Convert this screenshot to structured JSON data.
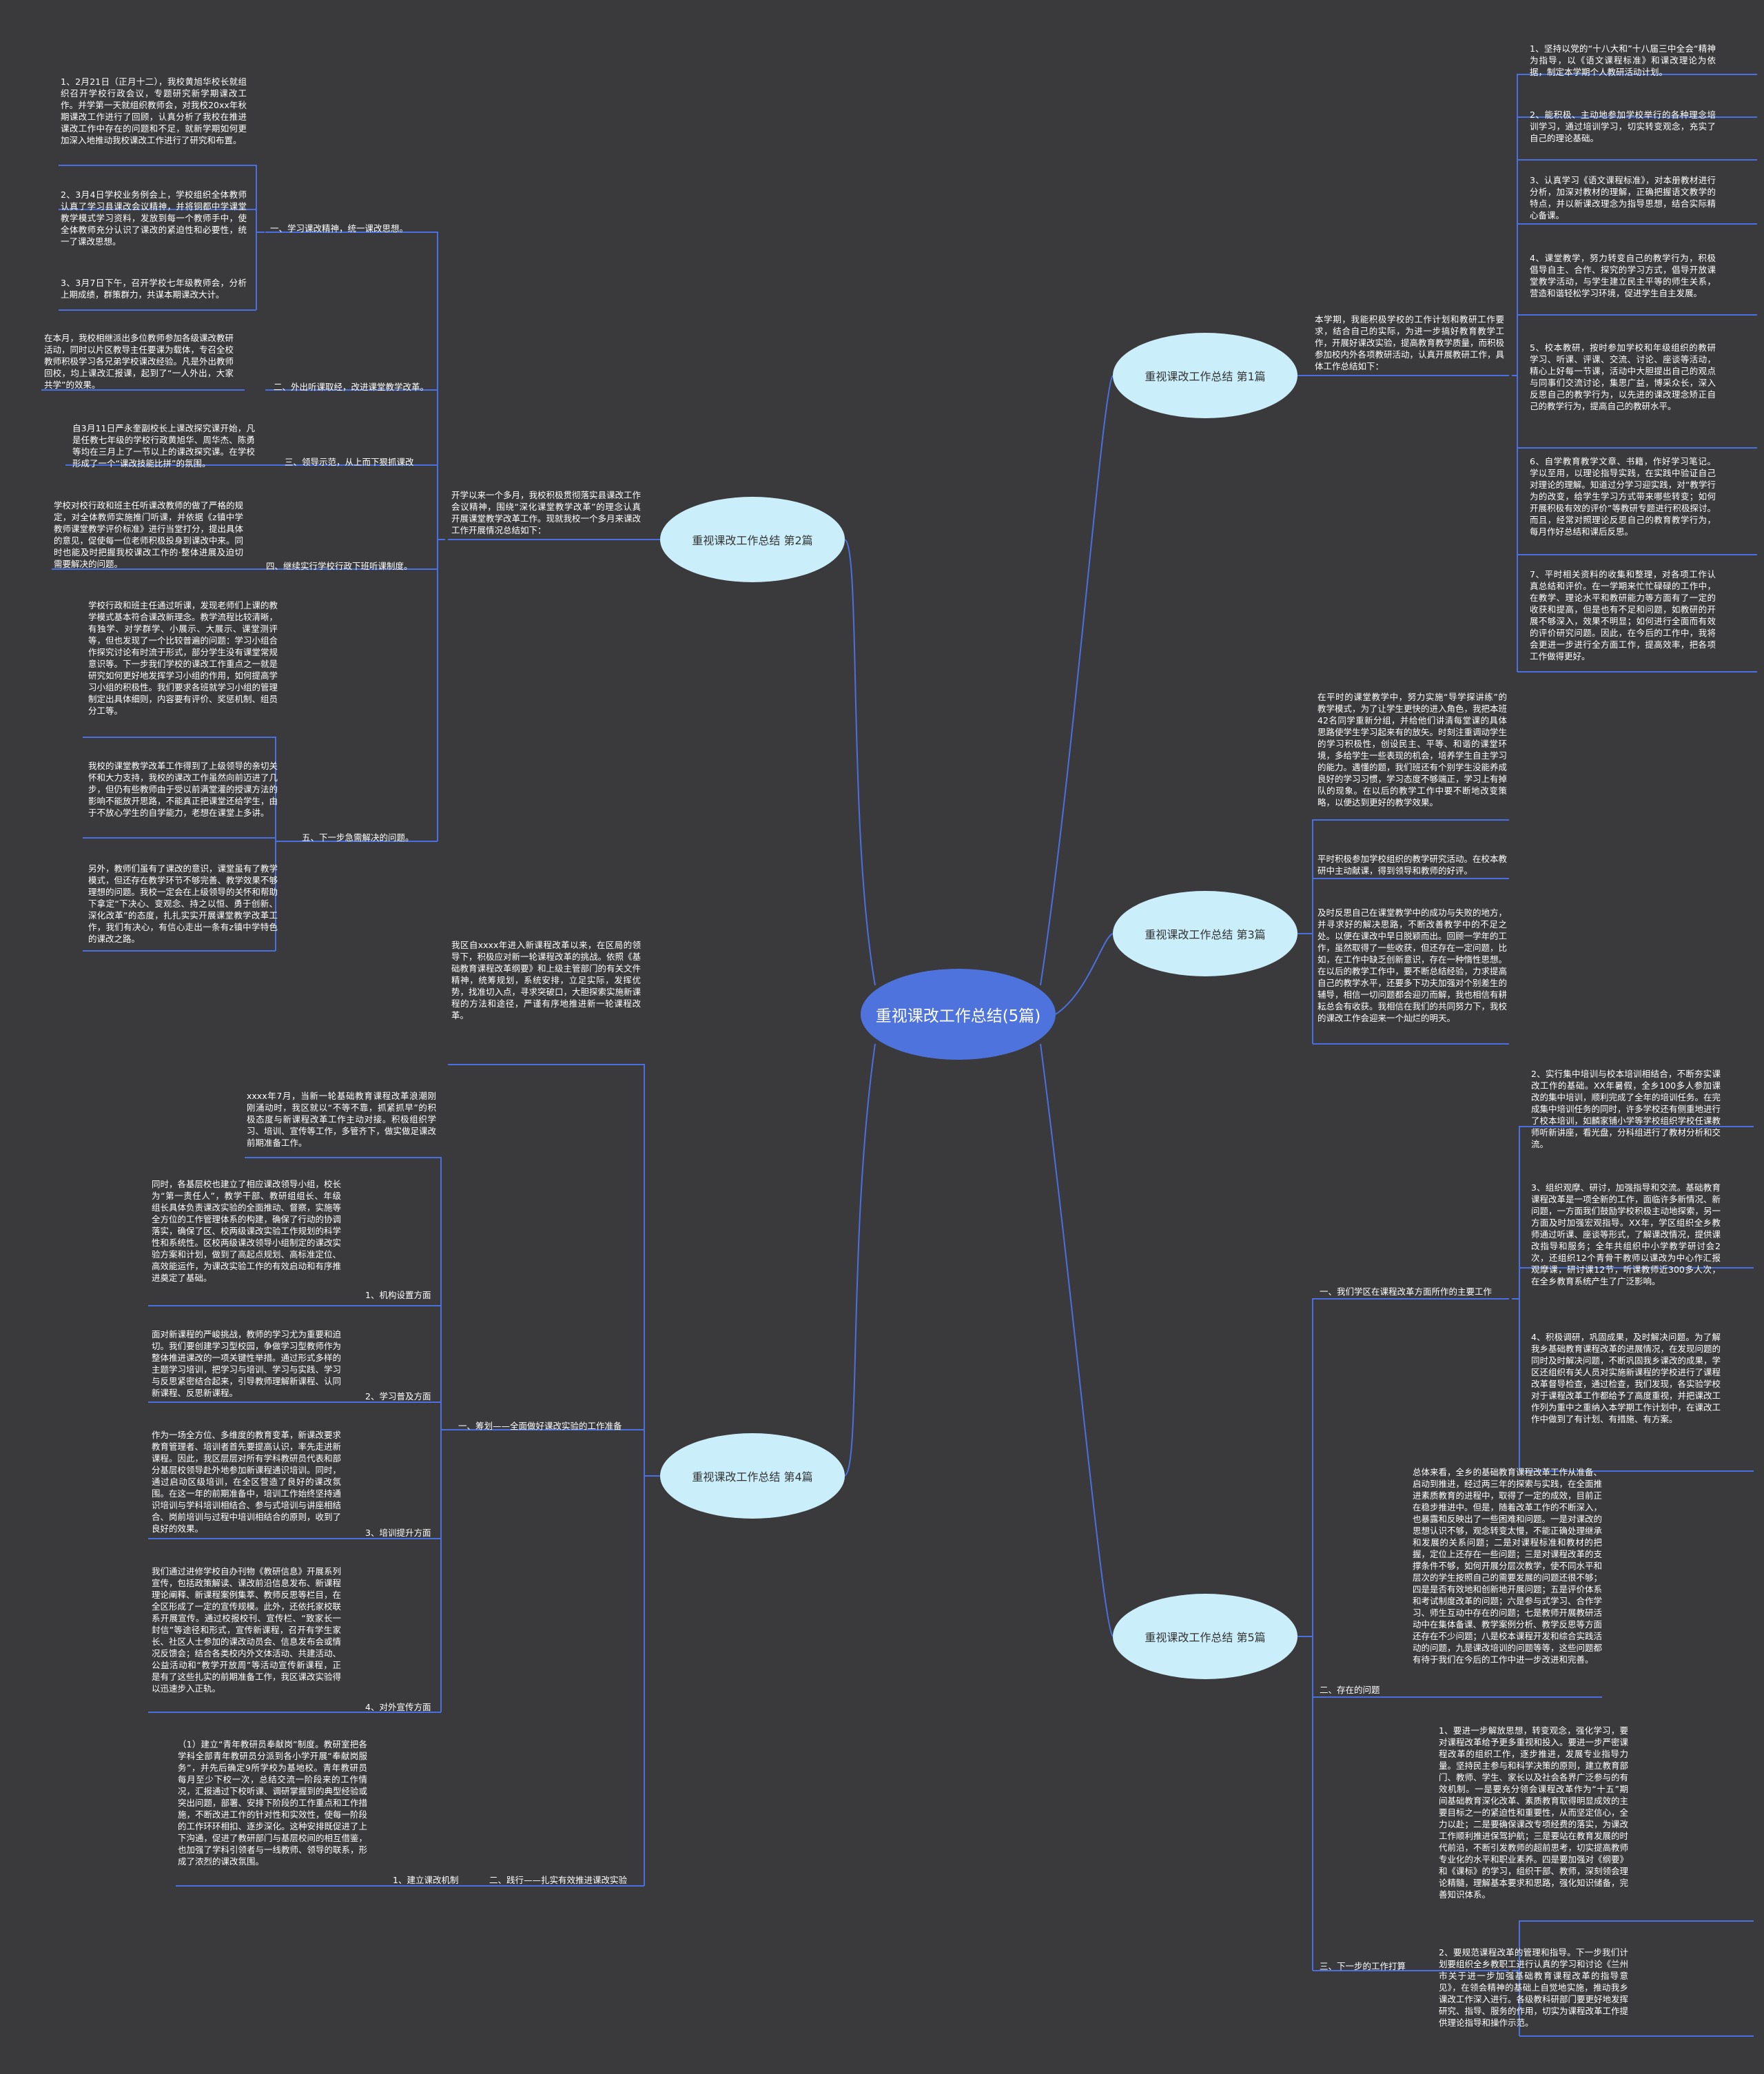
{
  "root": {
    "title": "重视课改工作总结(5篇)"
  },
  "branches": {
    "b1": {
      "title": "重视课改工作总结 第1篇",
      "intro": "本学期，我能积极学校的工作计划和教研工作要求，结合自己的实际，为进一步搞好教育教学工作，开展好课改实验，提高教育教学质量，而积极参加校内外各项教研活动，认真开展教研工作，具体工作总结如下：",
      "items": [
        "1、坚持以党的“十八大和”十八届三中全会“精神为指导，以《语文课程标准》和课改理论为依据，制定本学期个人教研活动计划。",
        "2、能积极、主动地参加学校举行的各种理念培训学习，通过培训学习，切实转变观念，充实了自己的理论基础。",
        "3、认真学习《语文课程标准》，对本册教材进行分析，加深对教材的理解，正确把握语文教学的特点，并以新课改理念为指导思想，结合实际精心备课。",
        "4、课堂教学，努力转变自己的教学行为，积极倡导自主、合作、探究的学习方式，倡导开放课堂教学活动，与学生建立民主平等的师生关系，营造和谐轻松学习环境，促进学生自主发展。",
        "5、校本教研，按时参加学校和年级组织的教研学习、听课、评课、交流、讨论、座谈等活动，精心上好每一节课，活动中大胆提出自己的观点与同事们交流讨论，集思广益，博采众长，深入反思自己的教学行为，以先进的课改理念矫正自己的教学行为，提高自己的教研水平。",
        "6、自学教育教学文章、书籍，作好学习笔记。学以至用，以理论指导实践，在实践中验证自己对理论的理解。知道过分学习迎实践，对“教学行为的改变，给学生学习方式带来哪些转变；如何开展积极有效的评价”等教研专题进行积极探讨。而且，经常对照理论反思自己的教育教学行为，每月作好总结和课后反思。",
        "7、平时相关资料的收集和整理，对各项工作认真总结和评价。在一学期来忙忙碌碌的工作中，在教学、理论水平和教研能力等方面有了一定的收获和提高，但是也有不足和问题，如教研的开展不够深入，效果不明显；如何进行全面而有效的评价研究问题。因此，在今后的工作中，我将会更进一步进行全方面工作，提高效率，把各项工作做得更好。"
      ]
    },
    "b2": {
      "title": "重视课改工作总结 第2篇",
      "intro": "开学以来一个多月，我校积极贯彻落实县课改工作会议精神，围绕“深化课堂教学改革”的理念认真开展课堂教学改革工作。现就我校一个多月来课改工作开展情况总结如下：",
      "subs": [
        {
          "label": "一、学习课改精神，统一课改思想。",
          "details": [
            "1、2月21日（正月十二），我校黄旭华校长就组织召开学校行政会议，专题研究新学期课改工作。并学第一天就组织教师会，对我校20xx年秋期课改工作进行了回顾，认真分析了我校在推进课改工作中存在的问题和不足，就新学期如何更加深入地推动我校课改工作进行了研究和布置。",
            "2、3月4日学校业务例会上，学校组织全体教师认真了学习县课改会议精神，并将铜都中学课堂教学模式学习资料，发放到每一个教师手中，使全体教师充分认识了课改的紧迫性和必要性，统一了课改思想。",
            "3、3月7日下午，召开学校七年级教师会，分析上期成绩，群策群力，共谋本期课改大计。"
          ]
        },
        {
          "label": "二、外出听课取经，改进课堂教学改革。",
          "details": [
            "在本月，我校相继派出多位教师参加各级课改教研活动，同时以片区教导主任要课为载体，专召全校教师积极学习各兄弟学校课改经验。凡是外出教师回校，均上课改汇报课，起到了“一人外出，大家共学”的效果。"
          ]
        },
        {
          "label": "三、领导示范，从上而下狠抓课改",
          "details": [
            "自3月11日严永奎副校长上课改探究课开始，凡是任教七年级的学校行政黄旭华、周华杰、陈勇等均在三月上了一节以上的课改探究课。在学校形成了一个“课改技能比拼”的氛围。"
          ]
        },
        {
          "label": "四、继续实行学校行政下班听课制度。",
          "details": [
            "学校对校行政和班主任听课改教师的做了严格的规定，对全体教师实施推门听课，并依据《z镇中学教师课堂教学评价标准》进行当堂打分，提出具体的意见，促使每一位老师积极投身到课改中来。同时也能及时把握我校课改工作的·整体进展及迫切需要解决的问题。"
          ]
        },
        {
          "label": "五、下一步急需解决的问题。",
          "details": [
            "学校行政和班主任通过听课，发现老师们上课的教学模式基本符合课改新理念。教学流程比较清晰，有独学、对学群学、小展示、大展示、课堂测评等，但也发现了一个比较普遍的问题：学习小组合作探究讨论有时流于形式，部分学生没有课堂常规意识等。下一步我们学校的课改工作重点之一就是研究如何更好地发挥学习小组的作用，如何提高学习小组的积极性。我们要求各班就学习小组的管理制定出具体细则，内容要有评价、奖惩机制、组员分工等。",
            "我校的课堂教学改革工作得到了上级领导的亲切关怀和大力支持，我校的课改工作虽然向前迈进了几步，但仍有些教师由于受以前满堂灌的授课方法的影响不能放开思路，不能真正把课堂还给学生，由于不放心学生的自学能力，老想在课堂上多讲。",
            "另外，教师们虽有了课改的意识，课堂虽有了教学模式，但还存在教学环节不够完善、教学效果不够理想的问题。我校一定会在上级领导的关怀和帮助下拿定“下决心、变观念、持之以恒、勇于创新、深化改革”的态度，扎扎实实开展课堂教学改革工作，我们有决心，有信心走出一条有z镇中学特色的课改之路。"
          ]
        }
      ]
    },
    "b3": {
      "title": "重视课改工作总结 第3篇",
      "items": [
        "在平时的课堂教学中，努力实施“导学探讲练”的教学模式，为了让学生更快的进入角色，我把本班42名同学重新分组，并给他们讲清每堂课的具体思路使学生学习起来有的放矢。时刻注重调动学生的学习积极性，创设民主、平等、和谐的课堂环境，多给学生一些表现的机会，培养学生自主学习的能力。遇懂的题，我们班还有个别学生没能养成良好的学习习惯，学习态度不够端正，学习上有掉队的现象。在以后的教学工作中要不断地改变策略，以便达到更好的教学效果。",
        "平时积极参加学校组织的教学研究活动。在校本教研中主动献课，得到领导和教师的好评。",
        "及时反思自己在课堂教学中的成功与失败的地方，并寻求好的解决思路，不断改善教学中的不足之处。以便在课改中早日脱颖而出。回顾一学年的工作，虽然取得了一些收获，但还存在一定问题，比如，在工作中缺乏创新意识，存在一种惰性思想。在以后的教学工作中，要不断总结经验，力求提高自己的教学水平，还要多下功夫加强对个别差生的辅导，相信一切问题都会迎刃而解，我也相信有耕耘总会有收获。我相信在我们的共同努力下，我校的课改工作会迎来一个灿烂的明天。"
      ]
    },
    "b4": {
      "title": "重视课改工作总结 第4篇",
      "intro": "我区自xxxx年进入新课程改革以来，在区局的领导下，积极应对新一轮课程改革的挑战。依照《基础教育课程改革纲要》和上级主管部门的有关文件精神，统筹规划，系统安排，立足实际，发挥优势，找准切入点，寻求突破口，大胆探索实施新课程的方法和途径，严谨有序地推进新一轮课程改革。",
      "subs": [
        {
          "label": "一、筹划——全面做好课改实验的工作准备",
          "intro": "xxxx年7月，当新一轮基础教育课程改革浪潮刚刚涌动时，我区就以“不等不靠，抓紧抓早”的积极态度与新课程改革工作主动对接。积极组织学习、培训、宣传等工作，多管齐下，做实做足课改前期准备工作。",
          "subs": [
            {
              "label": "1、机构设置方面",
              "details": [
                "同时，各基层校也建立了相应课改领导小组，校长为“第一责任人”，教学干部、教研组组长、年级组长具体负责课改实验的全面推动、督察，实施等全方位的工作管理体系的构建，确保了行动的协调落实，确保了区、校两级课改实验工作规划的科学性和系统性。区校两级课改领导小组制定的课改实验方案和计划，做到了高起点规划、高标准定位、高效能运作，为课改实验工作的有效启动和有序推进奠定了基础。"
              ]
            },
            {
              "label": "2、学习普及方面",
              "details": [
                "面对新课程的严峻挑战，教师的学习尤为重要和迫切。我们要创建学习型校园，争做学习型教师作为整体推进课改的一项关键性举措。通过形式多样的主题学习培训，把学习与培训、学习与实践、学习与反思紧密结合起来，引导教师理解新课程、认同新课程、反思新课程。"
              ]
            },
            {
              "label": "3、培训提升方面",
              "details": [
                "作为一场全方位、多维度的教育变革，新课改要求教育管理者、培训者首先要提高认识，率先走进新课程。因此，我区层层对所有学科教研员代表和部分基层校领导赴外地参加新课程通识培训。同时，通过启动区级培训，在全区营造了良好的课改氛围。在这一年的前期准备中，培训工作始终坚持通识培训与学科培训相结合、参与式培训与讲座相结合、岗前培训与过程中培训相结合的原则，收到了良好的效果。"
              ]
            },
            {
              "label": "4、对外宣传方面",
              "details": [
                "我们通过进修学校自办刊物《教研信息》开展系列宣传，包括政策解读、课改前沿信息发布、新课程理论阐释、新课程案例集萃、教师反思等栏目，在全区形成了一定的宣传规模。此外，还依托家校联系开展宣传。通过校报校刊、宣传栏、“致家长一封信”等途径和形式，宣传新课程，召开有学生家长、社区人士参加的课改动员会、信息发布会或情况反馈会；结合各类校内外文体活动、共建活动、公益活动和“教学开放周”等活动宣传新课程，正是有了这些扎实的前期准备工作，我区课改实验得以迅速步入正轨。"
              ]
            }
          ]
        },
        {
          "label": "二、践行——扎实有效推进课改实验",
          "subs": [
            {
              "label": "1、建立课改机制",
              "details": [
                "（1）建立“青年教研员奉献岗”制度。教研室把各学科全部青年教研员分派到各小学开展“奉献岗服务”，并先后确定9所学校为基地校。青年教研员每月至少下校一次，总结交流一阶段来的工作情况，汇报通过下校听课、调研掌握到的典型经验或突出问题，部署、安排下阶段的工作重点和工作措施，不断改进工作的针对性和实效性，使每一阶段的工作环环相扣、逐步深化。这种安排既促进了上下沟通，促进了教研部门与基层校间的相互借鉴，也加强了学科引领者与一线教师、领导的联系，形成了浓烈的课改氛围。"
              ]
            }
          ]
        }
      ]
    },
    "b5": {
      "title": "重视课改工作总结 第5篇",
      "subs": [
        {
          "label": "一、我们学区在课程改革方面所作的主要工作",
          "details": [
            "2、实行集中培训与校本培训相结合，不断夯实课改工作的基础。XX年暑假，全乡100多人参加课改的集中培训，顺利完成了全年的培训任务。在完成集中培训任务的同时，许多学校还有侧重地进行了校本培训，如麟家铺小学等学校组织学校任课教师听新讲座，看光盘，分科组进行了教材分析和交流。",
            "3、组织观摩、研讨，加强指导和交流。基础教育课程改革是一项全新的工作，面临许多新情况、新问题，一方面我们鼓励学校积极主动地探索，另一方面及时加强宏观指导。XX年，学区组织全乡教师通过听课、座谈等形式，了解课改情况，提供课改指导和服务；全年共组织中小学教学研讨会2次，还组织12个青骨干教师以课改为中心作汇报观摩课，研讨课12节，听课教师近300多人次，在全乡教育系统产生了广泛影响。",
            "4、积极调研，巩固成果，及时解决问题。为了解我乡基础教育课程改革的进展情况，在发现问题的同时及时解决问题，不断巩固我乡课改的成果，学区还组织有关人员对实施新课程的学校进行了课程改革督导检查，通过检查，我们发现，各实验学校对于课程改革工作都给予了高度重视，并把课改工作列为重中之重纳入本学期工作计划中，在课改工作中做到了有计划、有措施、有方案。"
          ]
        },
        {
          "label": "二、存在的问题",
          "details": [
            "总体来看，全乡的基础教育课程改革工作从准备、启动到推进，经过两三年的探索与实践，在全面推进素质教育的进程中，取得了一定的成效，目前正在稳步推进中。但是，随着改革工作的不断深入，也暴露和反映出了一些困难和问题。一是对课改的思想认识不够，观念转变太慢，不能正确处理继承和发展的关系问题；二是对课程标准和教材的把握，定位上还存在一些问题；三是对课程改革的支撑条件不够，如何开展分层次教学，使不同水平和层次的学生按照自己的需要发展的问题还很不够；四是是否有效地和创新地开展问题；五是评价体系和考试制度改革的问题；六是参与式学习、合作学习、师生互动中存在的问题；七是教师开展教研活动中在集体备课、教学案例分析、教学反思等方面还存在不少问题；八是校本课程开发和综合实践活动的问题，九是课改培训的问题等等，这些问题都有待于我们在今后的工作中进一步改进和完善。"
          ]
        },
        {
          "label": "三、下一步的工作打算",
          "details": [
            "1、要进一步解放思想，转变观念，强化学习，要对课程改革给予更多重视和投入。要进一步严密课程改革的组织工作，逐步推进，发展专业指导力量。坚持民主参与和科学决策的原则，建立教育部门、教师、学生、家长以及社会各界广泛参与的有效机制。一是要充分领会课程改革作为“十五”期间基础教育深化改革、素质教育取得明显成效的主要目标之一的紧迫性和重要性，从而坚定信心，全力以赴；二是要确保课改专项经费的落实，为课改工作顺利推进保驾护航；三是要站在教育发展的时代前沿，不断引发教师的超前思考，切实提高教师专业化的水平和职业素养。四是要加强对《纲要》和《课标》的学习，组织干部、教师，深刻领会理论精髓，理解基本要求和思路，强化知识储备，完善知识体系。",
            "2、要规范课程改革的管理和指导。下一步我们计划要组织全乡教职工进行认真的学习和讨论《兰州市关于进一步加强基础教育课程改革的指导意见》，在领会精神的基础上自觉地实施，推动我乡课改工作深入进行。各级教科研部门要更好地发挥研究、指导、服务的作用，切实为课程改革工作提供理论指导和操作示范。"
          ]
        }
      ]
    }
  }
}
